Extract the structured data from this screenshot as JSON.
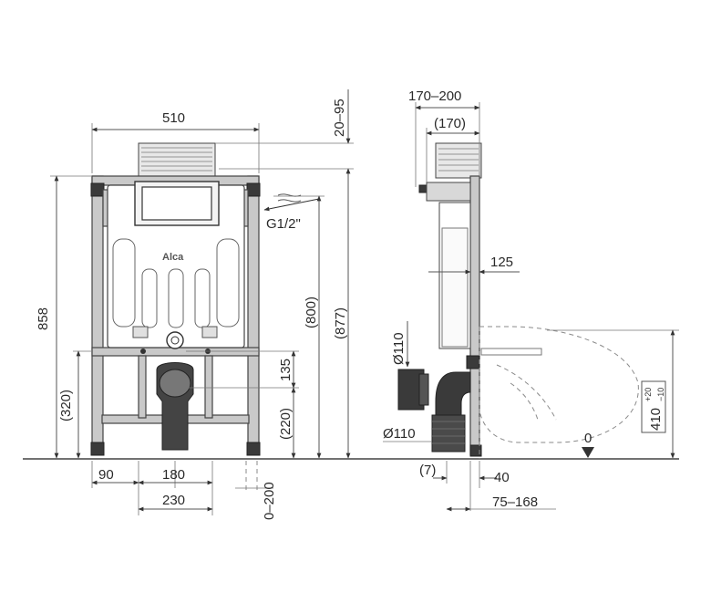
{
  "front_view": {
    "width_total": "510",
    "height_total": "858",
    "height_lower": "(320)",
    "spacing_90": "90",
    "spacing_180": "180",
    "spacing_230": "230",
    "height_135": "135",
    "height_220": "(220)",
    "height_800": "(800)",
    "height_877": "(877)",
    "range_top": "20–95",
    "range_bottom": "0–200",
    "water_inlet": "G1/2\"",
    "logo_text": "Alca"
  },
  "side_view": {
    "depth_range": "170–200",
    "depth_170": "(170)",
    "depth_125": "125",
    "pipe_upper": "Ø110",
    "pipe_lower": "Ø110",
    "offset_7": "(7)",
    "offset_40": "40",
    "offset_range": "75–168",
    "height_410": "410",
    "tol_plus": "+20",
    "tol_minus": "−10",
    "floor_zero": "0"
  }
}
